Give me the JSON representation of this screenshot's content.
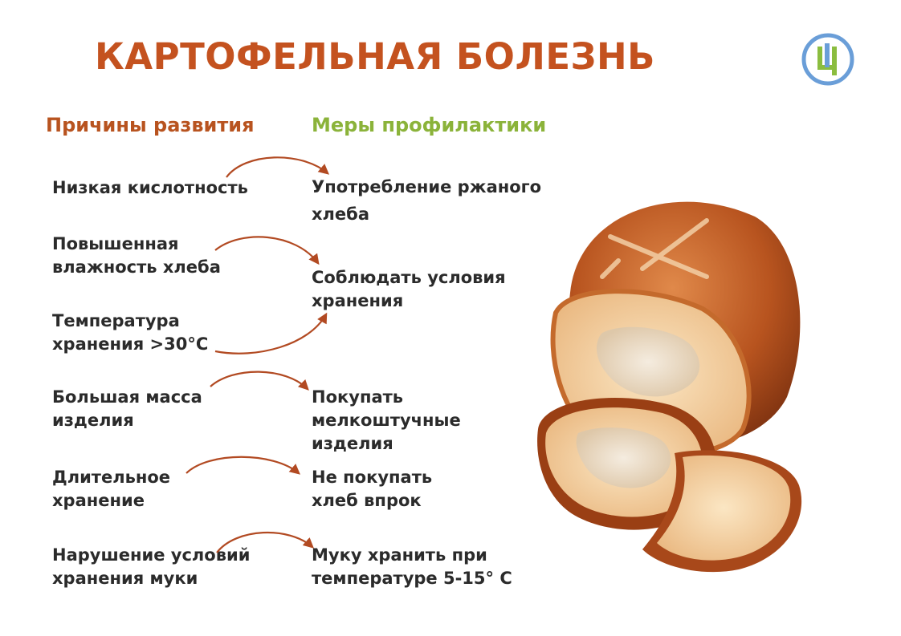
{
  "title": "КАРТОФЕЛЬНАЯ БОЛЕЗНЬ",
  "colors": {
    "title": "#c4521f",
    "causes": "#b8531f",
    "measures": "#8bb33a",
    "arrow": "#b24a22",
    "logo_blue": "#6a9ed8",
    "logo_green": "#8bbd3f"
  },
  "logo_icon": "ts-monogram-logo",
  "columns": {
    "causes": "Причины развития",
    "measures": "Меры профилактики"
  },
  "causes": [
    [
      "Низкая кислотность"
    ],
    [
      "Повышенная",
      "влажность хлеба"
    ],
    [
      "Температура",
      "хранения >30°С"
    ],
    [
      "Большая масса",
      "изделия"
    ],
    [
      "Длительное",
      "хранение"
    ],
    [
      "Нарушение условий",
      "хранения муки"
    ]
  ],
  "measures": [
    [
      "Употребление ржаного",
      "хлеба"
    ],
    [
      "Соблюдать условия",
      "хранения"
    ],
    [
      "Покупать",
      "мелкоштучные",
      "изделия"
    ],
    [
      "Не покупать",
      "хлеб впрок"
    ],
    [
      "Муку хранить при",
      "температуре 5-15° С"
    ]
  ]
}
